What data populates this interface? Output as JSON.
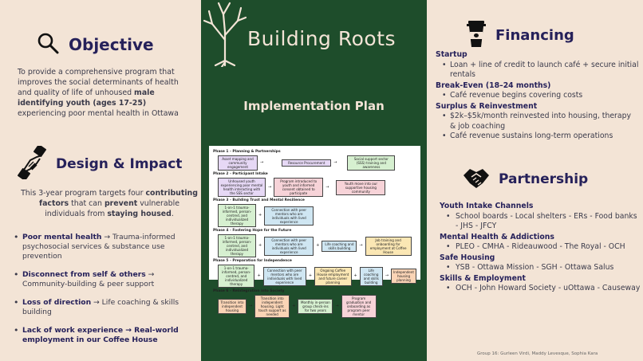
{
  "objective": {
    "heading": "Objective",
    "icon": "magnifying-glass-icon",
    "text_1": "To provide a comprehensive program that improves the social determinants of health and quality of life of unhoused ",
    "text_bold_1": "male identifying youth (ages 17-25)",
    "text_2": " experiencing poor mental health in Ottawa"
  },
  "design": {
    "heading": "Design & Impact",
    "icon": "handshake-icon",
    "text_1": "This 3-year program targets four ",
    "bold_1": "contributing factors",
    "text_2": " that can ",
    "bold_2": "prevent",
    "text_3": " vulnerable individuals from ",
    "bold_3": "staying housed",
    "text_4": ".",
    "bullets": [
      {
        "bold": "Poor mental health",
        "rest": " → Trauma-informed psychosocial services & substance use prevention"
      },
      {
        "bold": "Disconnect from self & others",
        "rest": " → Community-building & peer support"
      },
      {
        "bold": "Loss of direction",
        "rest": " → Life coaching & skills building"
      },
      {
        "bold": "Lack of work experience → Real-world employment in our Coffee House",
        "rest": ""
      }
    ]
  },
  "center": {
    "title": "Building Roots",
    "subtitle": "Implementation Plan",
    "tree_icon": "tree-icon"
  },
  "plan": {
    "phases": [
      {
        "title": "Phase 1 - Planning & Partnerships",
        "boxes": [
          {
            "text": "Asset mapping and community engagement",
            "color": "pur"
          },
          {
            "text": "Resource Procurement",
            "color": "pur"
          },
          {
            "text": "Social support sector (SSS) training and awareness",
            "color": "grn"
          }
        ]
      },
      {
        "title": "Phase 2 - Participant Intake",
        "boxes": [
          {
            "text": "Unhoused youth experiencing poor mental health interacting with the SSS sector",
            "color": "pur"
          },
          {
            "text": "Program introduced to youth and informed consent obtained to participate",
            "color": "pnk"
          },
          {
            "text": "Youth move into our supportive housing community",
            "color": "pnk"
          }
        ]
      },
      {
        "title": "Phase 3 - Building Trust and Mental Resilience",
        "boxes": [
          {
            "text": "1-on-1 trauma-informed, person-centred, and individualized therapy",
            "color": "grn"
          },
          {
            "text": "Connection with peer mentors who are individuals with lived experience",
            "color": "blu"
          }
        ]
      },
      {
        "title": "Phase 4 - Fostering Hope for the Future",
        "boxes": [
          {
            "text": "1-on-1 trauma-informed, person-centred, and individualized therapy",
            "color": "grn"
          },
          {
            "text": "Connection with peer mentors who are individuals with lived experience",
            "color": "blu"
          },
          {
            "text": "Life coaching and skills building",
            "color": "blu"
          },
          {
            "text": "Job training and onboarding for employment at Coffee House",
            "color": "yel"
          }
        ]
      },
      {
        "title": "Phase 5 - Preparation for Independence",
        "boxes": [
          {
            "text": "1-on-1 trauma-informed, person-centred, and individualized therapy",
            "color": "grn"
          },
          {
            "text": "Connection with peer mentors who are individuals with lived experience",
            "color": "blu"
          },
          {
            "text": "Ongoing Coffee House employment and future career planning",
            "color": "yel"
          },
          {
            "text": "Life coaching and skills building",
            "color": "blu"
          },
          {
            "text": "Independent housing planning",
            "color": "org"
          }
        ]
      },
      {
        "title": "Phase 6 - Reintegration into Society",
        "boxes": [
          {
            "text": "Transition into independent housing",
            "color": "org"
          },
          {
            "text": "Transition into independent housing. Light touch support as needed",
            "color": "org"
          },
          {
            "text": "Monthly in-person group check-ins for two years",
            "color": "grn"
          },
          {
            "text": "Program graduation and onboarding as program peer mentor",
            "color": "pnk"
          }
        ]
      }
    ]
  },
  "financing": {
    "heading": "Financing",
    "icon": "coffee-cup-icon",
    "sections": [
      {
        "title": "Startup",
        "items": [
          "Loan + line of credit to launch café + secure initial rentals"
        ]
      },
      {
        "title": "Break-Even (18–24 months)",
        "items": [
          "Café revenue begins covering costs"
        ]
      },
      {
        "title": "Surplus & Reinvestment",
        "items": [
          "$2k–$5k/month reinvested into housing, therapy & job coaching",
          "Café revenue sustains long-term operations"
        ]
      }
    ]
  },
  "partnership": {
    "heading": "Partnership",
    "icon": "handshake-icon",
    "sections": [
      {
        "title": "Youth Intake Channels",
        "items": [
          "School boards - Local shelters  - ERs - Food banks - JHS - JFCY"
        ]
      },
      {
        "title": "Mental Health & Addictions",
        "items": [
          "PLEO - CMHA - Rideauwood - The Royal - OCH"
        ]
      },
      {
        "title": "Safe Housing",
        "items": [
          "YSB - Ottawa Mission - SGH - Ottawa Salus"
        ]
      },
      {
        "title": "Skills & Employment",
        "items": [
          "OCH - John Howard Society - uOttawa - Causeway"
        ]
      }
    ]
  },
  "footer": "Group 16: Gurleen Virdi, Maddy Levesque, Sophia Kara"
}
